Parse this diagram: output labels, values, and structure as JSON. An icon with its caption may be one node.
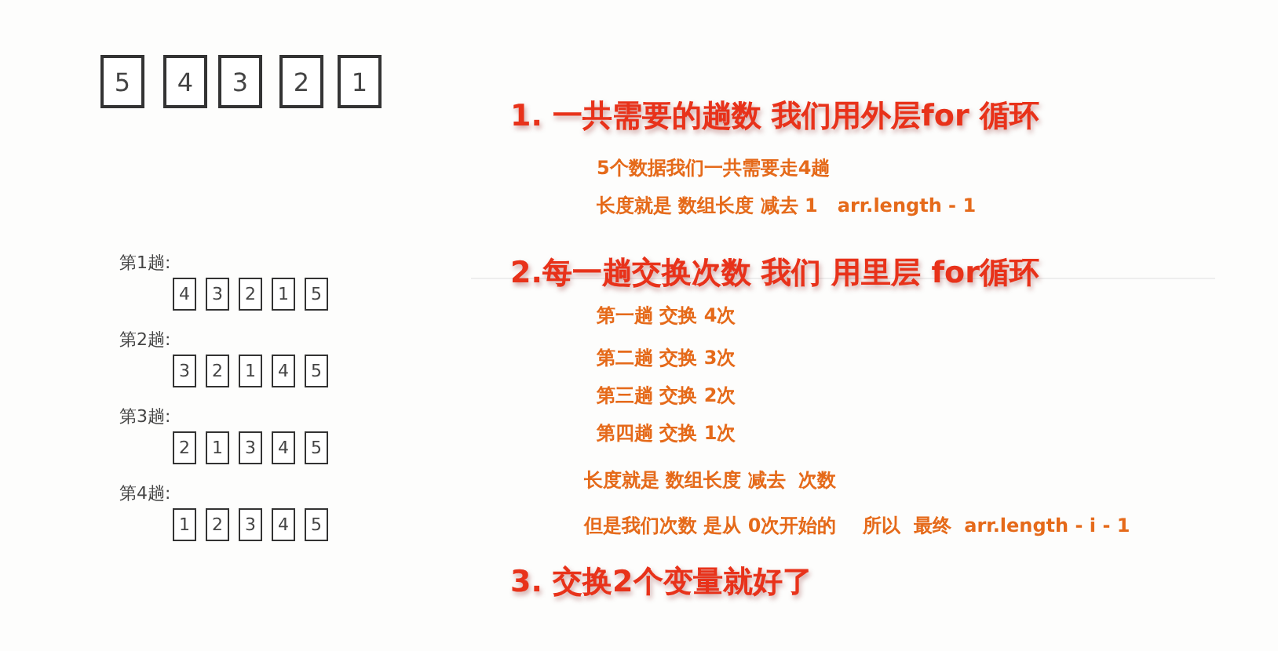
{
  "diagram": {
    "nodes": [
      {
        "text": [
          "5"
        ]
      },
      {
        "text": [
          "4"
        ]
      },
      {
        "text": [
          "3"
        ]
      },
      {
        "text": [
          "2"
        ]
      },
      {
        "text": [
          "1"
        ]
      },
      {
        "text": [
          "4"
        ]
      },
      {
        "text": [
          "3"
        ]
      },
      {
        "text": [
          "2"
        ]
      },
      {
        "text": [
          "1"
        ]
      },
      {
        "text": [
          "5"
        ]
      },
      {
        "text": [
          "3"
        ]
      },
      {
        "text": [
          "2"
        ]
      },
      {
        "text": [
          "1"
        ]
      },
      {
        "text": [
          "4"
        ]
      },
      {
        "text": [
          "5"
        ]
      },
      {
        "text": [
          "2"
        ]
      },
      {
        "text": [
          "1"
        ]
      },
      {
        "text": [
          "3"
        ]
      },
      {
        "text": [
          "4"
        ]
      },
      {
        "text": [
          "5"
        ]
      },
      {
        "text": [
          "1"
        ]
      },
      {
        "text": [
          "2"
        ]
      },
      {
        "text": [
          "3"
        ]
      },
      {
        "text": [
          "4"
        ]
      },
      {
        "text": [
          "5"
        ]
      }
    ],
    "edges": [],
    "labels": [
      "1. 一共需要的趟数 我们用外层for 循环",
      "5个数据我们一共需要走4趟",
      "长度就是 数组长度 减去 1   arr.length - 1",
      "第1趟:",
      "2.每一趟交换次数 我们 用里层 for循环",
      "第一趟 交换 4次",
      "第2趟:",
      "第二趟 交换 3次",
      "第三趟 交换 2次",
      "第3趟:",
      "第四趟 交换 1次",
      "第4趟:",
      "长度就是 数组长度 减去  次数",
      "但是我们次数 是从 0次开始的    所以  最终  arr.length - i - 1",
      "3. 交换2个变量就好了"
    ]
  }
}
